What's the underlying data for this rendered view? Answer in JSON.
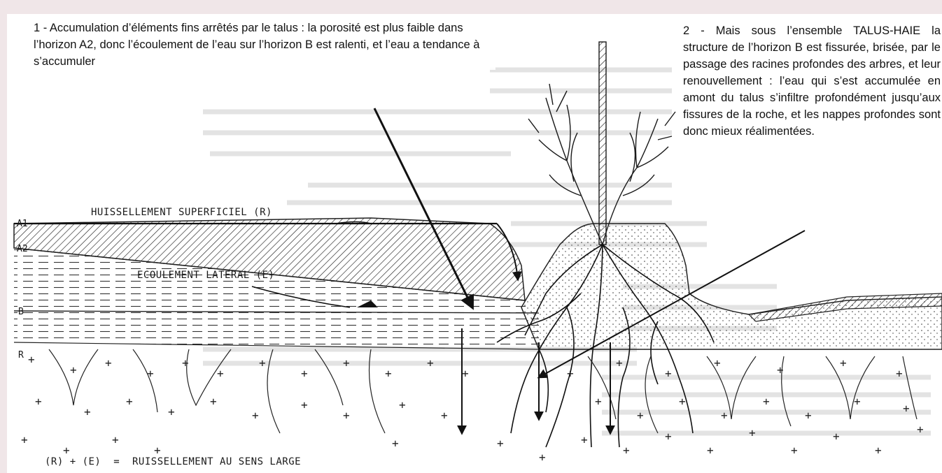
{
  "annotations": {
    "note_1": "1 - Accumulation d’éléments fins arrêtés par le talus : la porosité est plus faible dans l’horizon A2, donc l’écoulement de l’eau sur l’horizon B est ralenti, et l’eau a tendance à s’accumuler",
    "note_2": "2 - Mais sous l’ensemble TALUS-HAIE la structure de l’horizon B est fissurée, brisée, par le passage des racines profondes des arbres, et leur renouvellement : l’eau qui s’est accumulée en amont du talus s’infiltre profondément jusqu’aux fissures de la roche, et les nappes profondes sont donc mieux réalimentées."
  },
  "diagram": {
    "labels": {
      "surface_runoff": "HUISSELLEMENT SUPERFICIEL (R)",
      "lateral_flow": "ECOULEMENT LATERAL (E)",
      "legend": "(R) + (E)  =  RUISSELLEMENT AU SENS LARGE"
    },
    "horizons": {
      "a1": "A1",
      "a2": "A2",
      "b": "B",
      "r": "R"
    }
  }
}
